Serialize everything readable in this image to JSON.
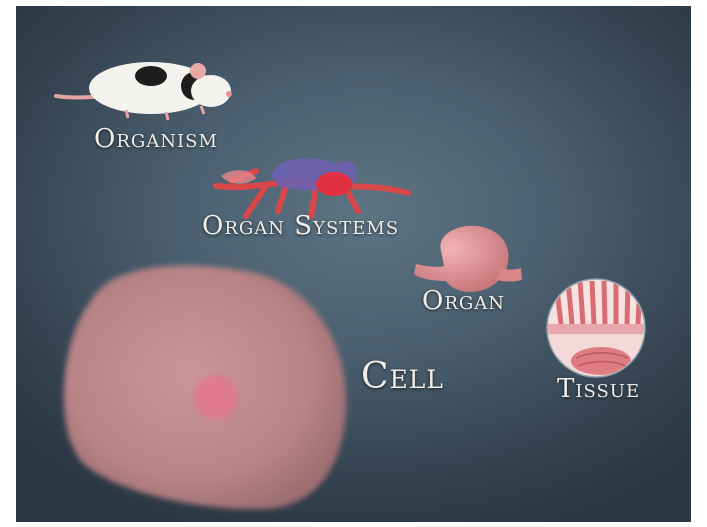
{
  "labels": {
    "organism": "Organism",
    "organ_systems": "Organ Systems",
    "organ": "Organ",
    "cell": "Cell",
    "tissue": "Tissue"
  },
  "colors": {
    "background": "#3f5160",
    "label": "#f1ede6",
    "cell": "#c98f90",
    "nucleus": "#e2788a",
    "organ": "#e09a9c",
    "vessels": "#d8484a",
    "lungs": "#7060b0"
  }
}
